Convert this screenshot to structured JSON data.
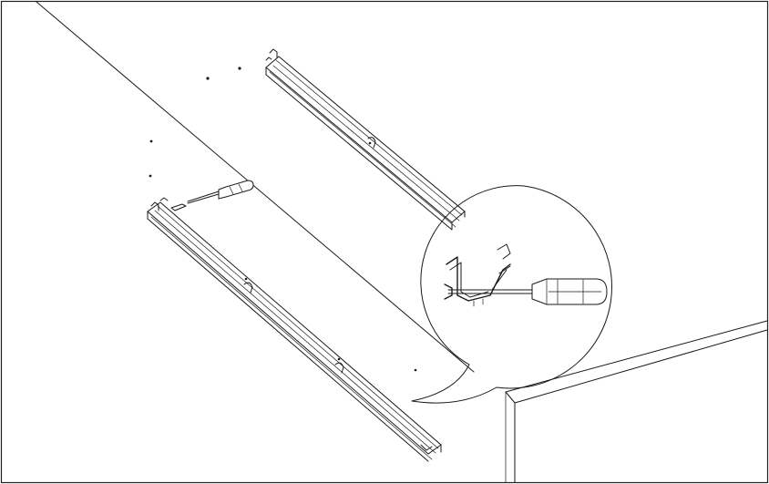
{
  "illustration": {
    "kind": "assembly-instruction",
    "parts": [
      "rail-upper",
      "rail-lower",
      "screwdriver",
      "screws",
      "detail-callout"
    ],
    "colors": {
      "line": "#1a1a1a",
      "background": "#ffffff",
      "frame": "#222222"
    }
  }
}
